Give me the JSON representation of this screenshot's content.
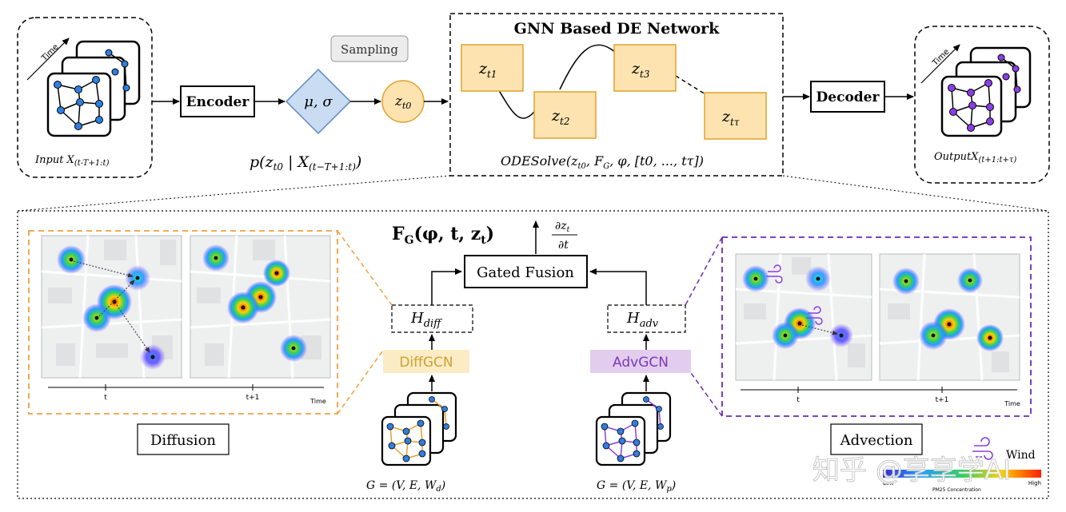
{
  "top": {
    "input_label": "Input X",
    "input_sub": "(t-T+1:t)",
    "time_label": "Time",
    "encoder": "Encoder",
    "sampling": "Sampling",
    "mu_sigma": "μ, σ",
    "z_t0": "z",
    "z_t0_sub": "t0",
    "prob_main": "p(z",
    "prob_sub1": "t0",
    "prob_mid": " | X",
    "prob_sub2": "(t−T+1:t)",
    "prob_end": ")",
    "gnn_title": "GNN Based DE Network",
    "z_t1_sub": "t1",
    "z_t2_sub": "t2",
    "z_t3_sub": "t3",
    "z_tt_sub": "tτ",
    "odesolve": "ODESolve(z",
    "odesolve_sub": "t0",
    "odesolve_rest": ", F",
    "odesolve_sub2": "G",
    "odesolve_end": ", φ, [t0, ..., tτ])",
    "decoder": "Decoder",
    "output_label": "OutputX",
    "output_sub": "(t+1:t+τ)"
  },
  "bottom": {
    "fg_label": "F",
    "fg_sub": "G",
    "fg_args": "(φ, t, z",
    "fg_args_sub": "t",
    "fg_close": ")",
    "dz_num": "∂z",
    "dz_num_sub": "t",
    "dz_den": "∂t",
    "gated_fusion": "Gated Fusion",
    "h_diff": "H",
    "h_diff_sub": "diff",
    "h_adv": "H",
    "h_adv_sub": "adv",
    "diffgcn": "DiffGCN",
    "advgcn": "AdvGCN",
    "g_diff": "G = (V, E, W",
    "g_diff_sub": "d",
    "g_adv": "G = (V, E, W",
    "g_adv_sub": "p",
    "g_close": ")",
    "diffusion": "Diffusion",
    "advection": "Advection",
    "axis_t": "t",
    "axis_t1": "t+1",
    "axis_time": "Time",
    "wind": "Wind",
    "legend_low": "Low",
    "legend_high": "High",
    "legend_title": "PM25 Concentration",
    "watermark": "知乎 @享享学AI"
  },
  "colors": {
    "orange_box": "#fce3b0",
    "orange_border": "#e3a12b",
    "diamond_fill": "#c9dcf2",
    "diamond_border": "#5b87c5",
    "diff_dash": "#f0a040",
    "adv_dash": "#6a2ab0",
    "diffgcn_bg": "#fbecc6",
    "advgcn_bg": "#e3cdee",
    "advgcn_text": "#7b38b8",
    "node_blue": "#2f7ee0",
    "node_purple": "#8a3ee6"
  }
}
